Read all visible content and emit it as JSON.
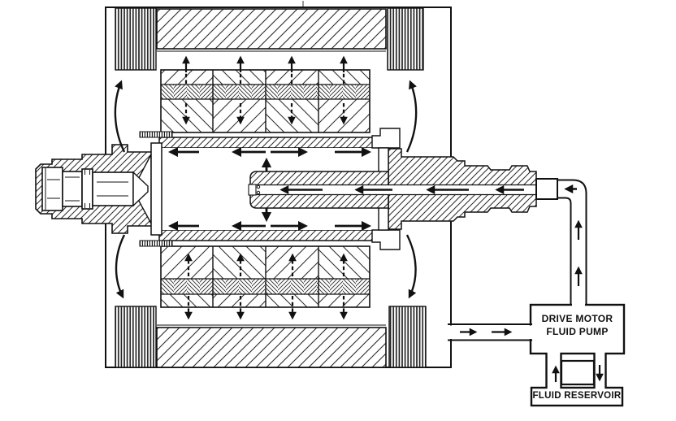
{
  "diagram": {
    "background_color": "#ffffff",
    "line_color": "#111111",
    "pump_box": {
      "line1": "DRIVE MOTOR",
      "line2": "FLUID PUMP"
    },
    "reservoir_box": {
      "label": "FLUID RESERVOIR"
    }
  }
}
